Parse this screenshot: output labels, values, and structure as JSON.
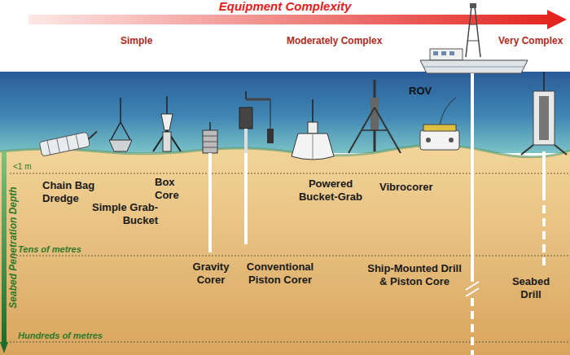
{
  "diagram": {
    "title": "Equipment Complexity",
    "labels": [
      "Simple",
      "Moderately Complex",
      "Very Complex",
      "<1 m",
      "Tens of metres",
      "Hundreds of metres",
      "Seabed Penetration Depth",
      "Chain Bag Dredge",
      "Simple Grab-Bucket",
      "Box Core",
      "Gravity Corer",
      "Conventional Piston Corer",
      "Powered Bucket-Grab",
      "Vibrocorer",
      "ROV",
      "Ship-Mounted Drill & Piston Core",
      "Seabed Drill"
    ]
  }
}
